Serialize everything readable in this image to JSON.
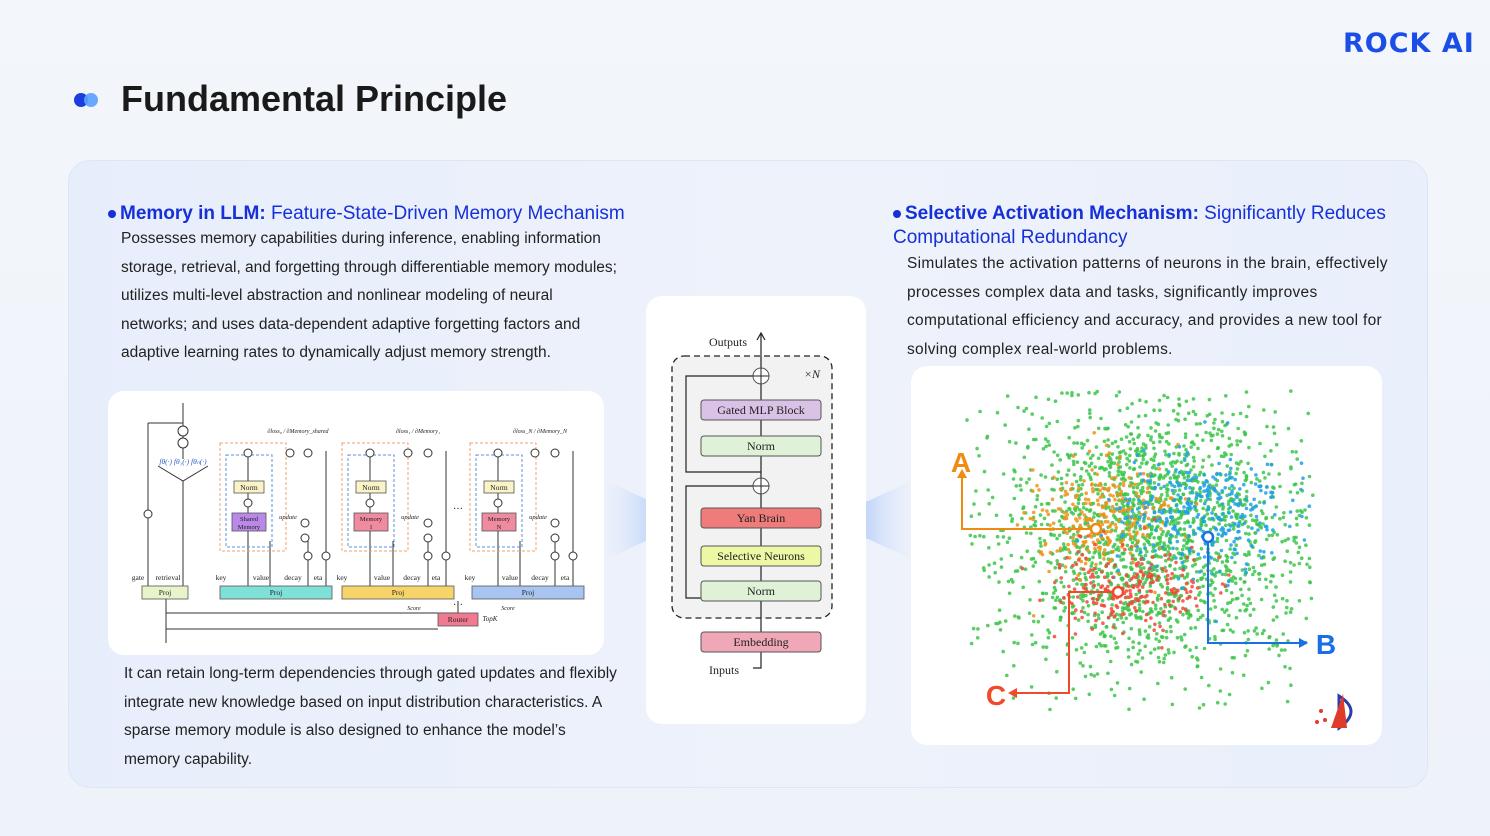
{
  "brand": {
    "logo_text": "ROCK AI"
  },
  "page": {
    "title": "Fundamental Principle"
  },
  "left": {
    "heading_bold": "Memory in LLM:",
    "heading_rest": " Feature-State-Driven Memory Mechanism",
    "para1": "Possesses memory capabilities during inference, enabling information storage, retrieval, and forgetting through differentiable memory modules; utilizes multi-level abstraction and nonlinear modeling of neural networks; and uses data-dependent adaptive forgetting factors and adaptive learning rates to dynamically adjust memory strength.",
    "para2": "It can retain long-term dependencies through gated updates and flexibly integrate new knowledge based on input distribution characteristics. A sparse memory module is also designed to enhance the model’s memory capability.",
    "diagram": {
      "proj": "Proj",
      "gate": "gate",
      "retrieval": "retrieval",
      "key": "key",
      "value": "value",
      "decay": "decay",
      "eta": "eta",
      "norm": "Norm",
      "update": "update",
      "shared_memory_l1": "Shared",
      "shared_memory_l2": "Memory",
      "memory1_l1": "Memory",
      "memory1_l2": "1",
      "memoryN_l1": "Memory",
      "memoryN_l2": "N",
      "router": "Router",
      "topk": "TopK",
      "score1": "Score",
      "scoreN": "Score",
      "loss_shared": "∂loss₀ / ∂Memory_shared",
      "loss_1": "∂loss₁ / ∂Memory₁",
      "loss_N": "∂loss_N / ∂Memory_N",
      "f_funcs": "fθ(·) fθ₁(·) fθₙ(·)",
      "ellipsis": "…"
    }
  },
  "center": {
    "outputs": "Outputs",
    "inputs": "Inputs",
    "times_n": "×N",
    "blocks": [
      "Gated MLP Block",
      "Norm",
      "Yan Brain",
      "Selective Neurons",
      "Norm"
    ],
    "embedding": "Embedding",
    "colors": {
      "purple": "#d9c2e6",
      "green": "#dff2d8",
      "red": "#ef7b7b",
      "yellow": "#eef7a3",
      "pink": "#f0a8b8"
    }
  },
  "right": {
    "heading_bold": "Selective Activation Mechanism:",
    "heading_rest": " Significantly Reduces Computational Redundancy",
    "para": "Simulates the activation patterns of neurons in the brain, effectively processes complex data and tasks, significantly improves computational efficiency and accuracy, and provides a new tool for solving complex real-world problems.",
    "scatter": {
      "labels": [
        "A",
        "B",
        "C"
      ],
      "label_colors": [
        "#f08a10",
        "#1a6ee6",
        "#f04a2a"
      ],
      "cluster_colors": {
        "background": "#3cc64a",
        "A": "#f0921a",
        "B": "#1ea0e6",
        "C": "#f04a3a"
      }
    }
  }
}
